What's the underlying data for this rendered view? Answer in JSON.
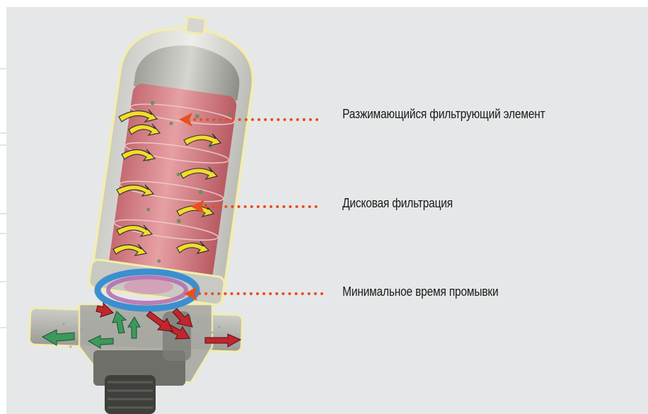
{
  "callouts": [
    {
      "text": "Разжимающийся фильтрующий элемент"
    },
    {
      "text": "Дисковая фильтрация"
    },
    {
      "text": "Минимальное время промывки"
    }
  ],
  "colors": {
    "panel_background": "#e6e7e8",
    "callout_dots": "#e8501e",
    "filter_body": "#d9848a",
    "flow_arrows": "#f2dc2a",
    "inlet_arrows": "#c0262d",
    "outlet_arrows": "#3a9a5c",
    "ring": "#3b8fd0"
  },
  "icons": [
    "disc-filter-illustration",
    "flow-arrow-icon",
    "pointer-arrow-icon"
  ]
}
